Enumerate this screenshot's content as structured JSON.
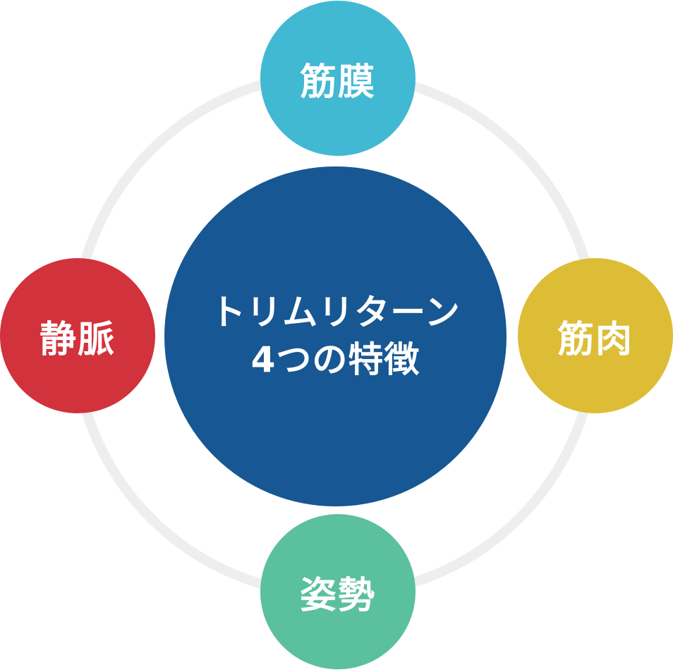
{
  "center": {
    "line1": "トリムリターン",
    "line2": "4つの特徴",
    "color": "#175793"
  },
  "features": {
    "top": {
      "label": "筋膜",
      "color": "#41b9d2"
    },
    "right": {
      "label": "筋肉",
      "color": "#ddbd36"
    },
    "bottom": {
      "label": "姿勢",
      "color": "#5bc09d"
    },
    "left": {
      "label": "静脈",
      "color": "#d1323b"
    }
  },
  "ring_color": "#eeeeee"
}
